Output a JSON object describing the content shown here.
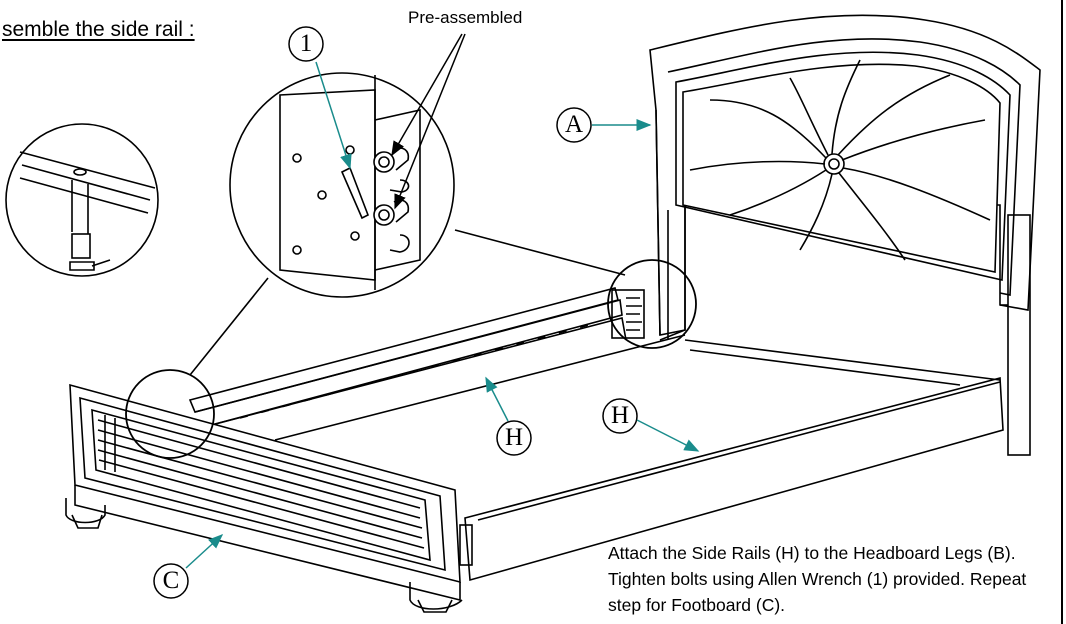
{
  "heading": "semble the side rail :",
  "preassembled_label": "Pre-assembled",
  "callouts": {
    "headboard": "A",
    "allen_wrench": "1",
    "side_rail_back": "H",
    "side_rail_front": "H",
    "footboard": "C"
  },
  "instructions": "Attach the Side Rails (H) to the Headboard Legs (B). Tighten bolts using Allen Wrench (1) provided. Repeat step for Footboard (C).",
  "colors": {
    "line": "#000000",
    "leader_arrow": "#1a8c8c",
    "background": "#ffffff"
  }
}
